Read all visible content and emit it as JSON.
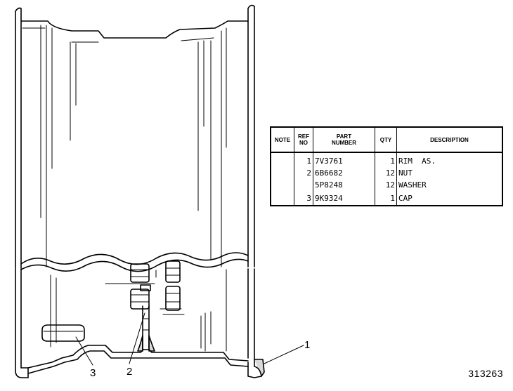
{
  "figure_number": "313263",
  "callouts": [
    "1",
    "2",
    "3"
  ],
  "parts_table": {
    "headers": {
      "note": "NOTE",
      "ref_no": [
        "REF",
        "NO"
      ],
      "part_number": [
        "PART",
        "NUMBER"
      ],
      "qty": "QTY",
      "description": "DESCRIPTION"
    },
    "rows": [
      {
        "note": "",
        "ref": "1",
        "part": "7V3761",
        "qty": "1",
        "description": "RIM  AS."
      },
      {
        "note": "",
        "ref": "2",
        "part": "6B6682",
        "qty": "12",
        "description": "NUT"
      },
      {
        "note": "",
        "ref": "",
        "part": "5P8248",
        "qty": "12",
        "description": "WASHER"
      },
      {
        "note": "",
        "ref": "3",
        "part": "9K9324",
        "qty": "1",
        "description": "CAP"
      }
    ]
  }
}
